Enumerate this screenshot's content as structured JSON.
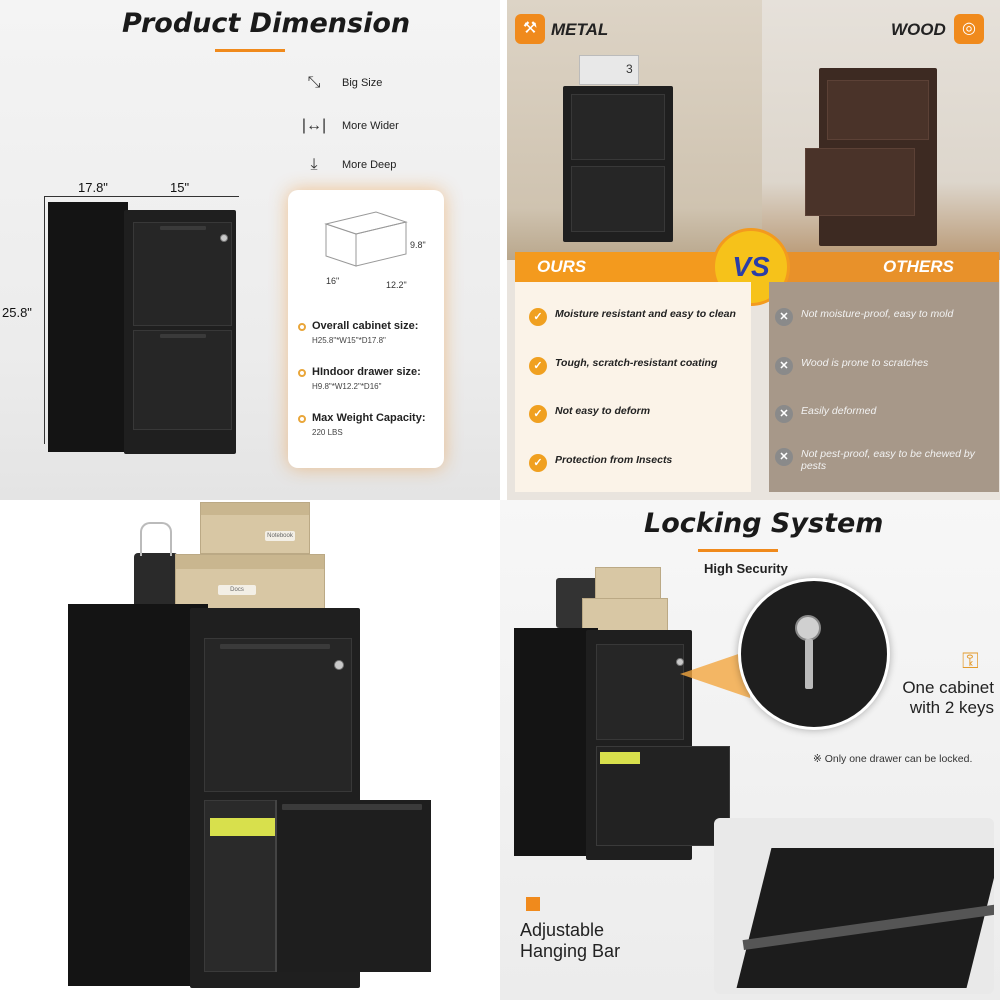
{
  "panel_dimension": {
    "title": "Product Dimension",
    "features": [
      {
        "icon": "expand-diagonal-icon",
        "label": "Big Size"
      },
      {
        "icon": "width-arrows-icon",
        "label": "More Wider"
      },
      {
        "icon": "depth-arrow-icon",
        "label": "More Deep"
      }
    ],
    "cabinet_dims": {
      "depth": "17.8\"",
      "width": "15\"",
      "height": "25.8\""
    },
    "drawer_dims": {
      "height": "9.8\"",
      "depth": "16\"",
      "width": "12.2\""
    },
    "specs": [
      {
        "label": "Overall cabinet size:",
        "value": "H25.8\"*W15\"*D17.8\""
      },
      {
        "label": "HIndoor drawer size:",
        "value": "H9.8\"*W12.2\"*D16\""
      },
      {
        "label": "Max Weight Capacity:",
        "value": "220 LBS"
      }
    ],
    "accent_color": "#f08a1c"
  },
  "panel_comparison": {
    "metal_label": "METAL",
    "wood_label": "WOOD",
    "box_number": "3",
    "vs_label": "VS",
    "ours_label": "OURS",
    "others_label": "OTHERS",
    "ours_points": [
      "Moisture resistant and easy to clean",
      "Tough, scratch-resistant coating",
      "Not easy to deform",
      "Protection from Insects"
    ],
    "others_points": [
      "Not moisture-proof, easy to mold",
      "Wood is prone to scratches",
      "Easily deformed",
      "Not pest-proof, easy to be chewed by pests"
    ],
    "ours_color": "#f39a1e",
    "others_color": "#e8912a"
  },
  "panel_product": {
    "box_label_top": "Notebook",
    "box_label_bottom": "Docs"
  },
  "panel_locking": {
    "title": "Locking System",
    "subtitle": "High Security",
    "keys_text_line1": "One cabinet",
    "keys_text_line2": "with 2 keys",
    "note": "※ Only one drawer can be locked.",
    "bar_label_line1": "Adjustable",
    "bar_label_line2": "Hanging Bar",
    "accent_color": "#f08a1c"
  }
}
